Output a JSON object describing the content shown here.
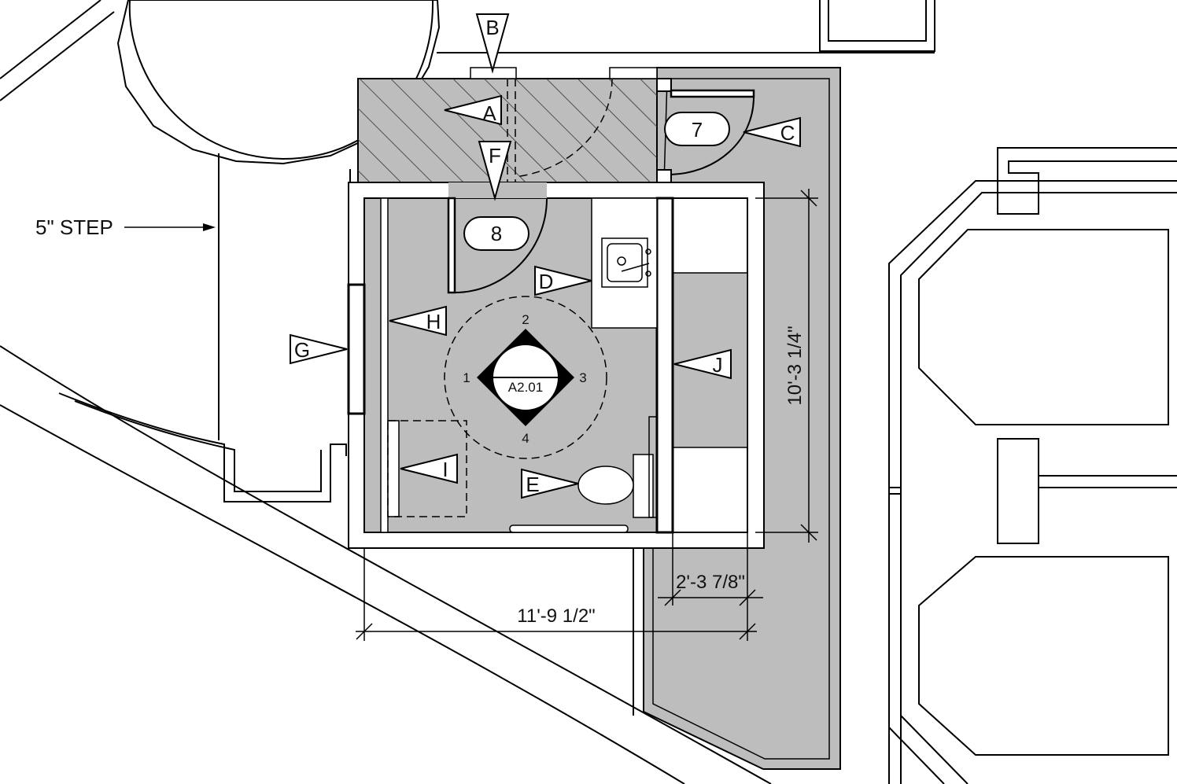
{
  "annotations": {
    "step_note": "5\" STEP"
  },
  "doors": {
    "door_7": "7",
    "door_8": "8"
  },
  "elevation_markers": {
    "A": "A",
    "B": "B",
    "C": "C",
    "D": "D",
    "E": "E",
    "F": "F",
    "G": "G",
    "H": "H",
    "I": "I",
    "J": "J"
  },
  "section_key": {
    "sheet": "A2.01",
    "dir_1": "1",
    "dir_2": "2",
    "dir_3": "3",
    "dir_4": "4"
  },
  "dimensions": {
    "overall_width": "11'-9 1/2\"",
    "overall_depth": "10'-3 1/4\"",
    "partition_offset": "2'-3 7/8\""
  },
  "colors": {
    "line": "#000000",
    "floor_fill": "#bdbdbd",
    "paper": "#ffffff"
  }
}
